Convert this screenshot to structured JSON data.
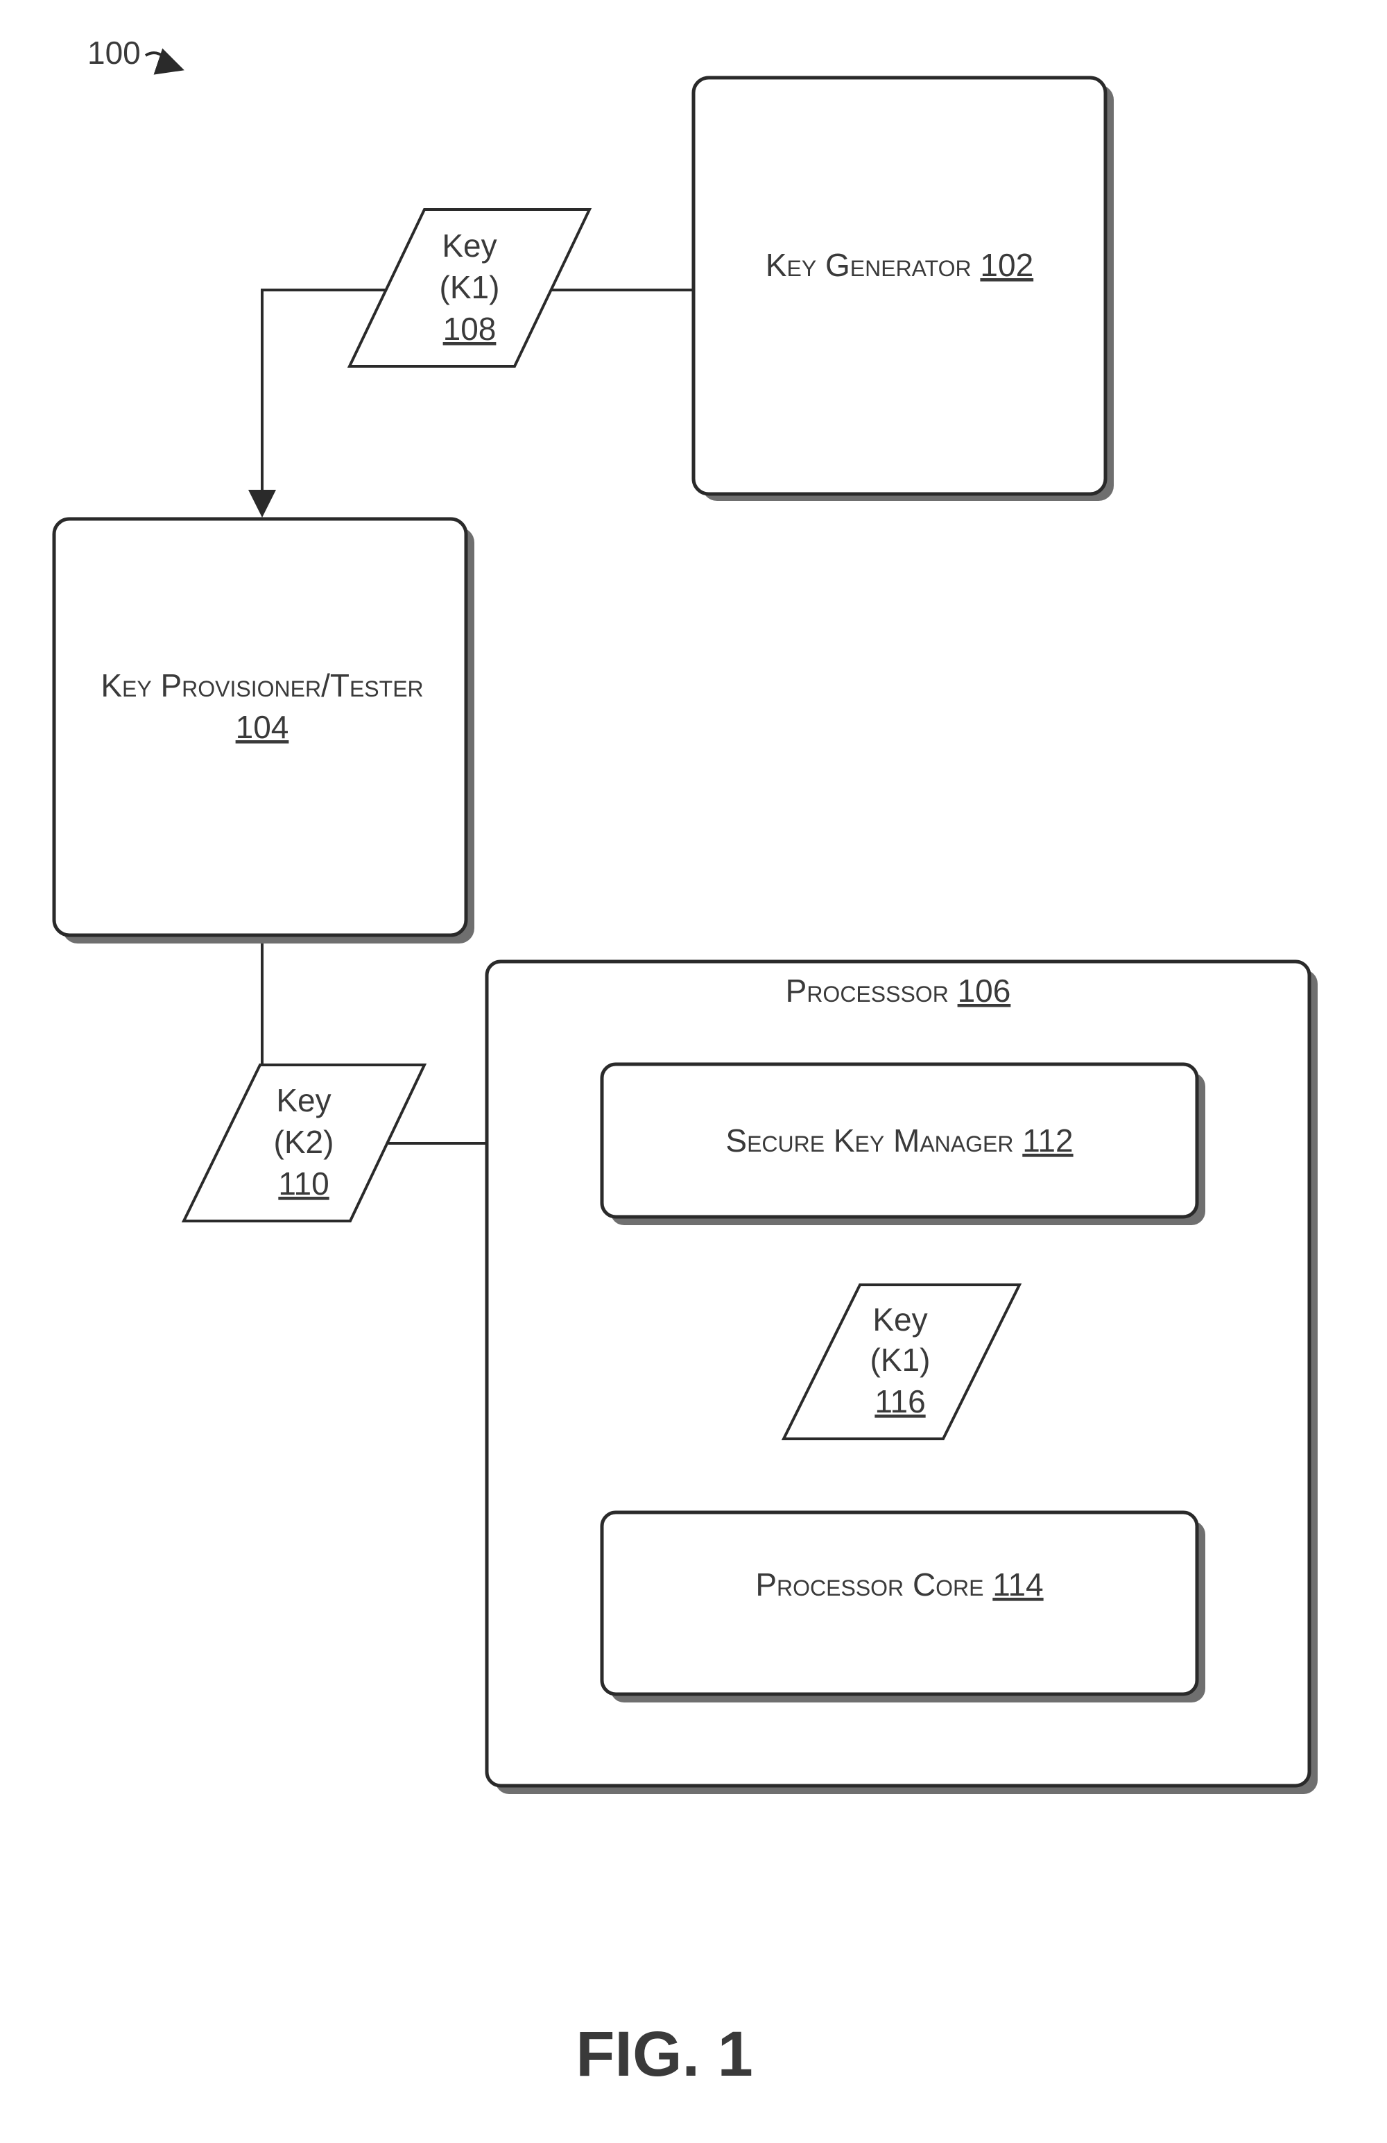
{
  "figure_ref": "100",
  "figure_caption": "FIG. 1",
  "nodes": {
    "key_generator": {
      "label": "Key Generator",
      "ref": "102"
    },
    "key_provisioner_tester": {
      "label": "Key Provisioner/Tester",
      "ref": "104"
    },
    "processor": {
      "label": "Processsor",
      "ref": "106"
    },
    "secure_key_manager": {
      "label": "Secure Key Manager",
      "ref": "112"
    },
    "processor_core": {
      "label": "Processor Core",
      "ref": "114"
    },
    "key_108": {
      "line1": "Key",
      "line2": "(K1)",
      "ref": "108"
    },
    "key_110": {
      "line1": "Key",
      "line2": "(K2)",
      "ref": "110"
    },
    "key_116": {
      "line1": "Key",
      "line2": "(K1)",
      "ref": "116"
    }
  }
}
